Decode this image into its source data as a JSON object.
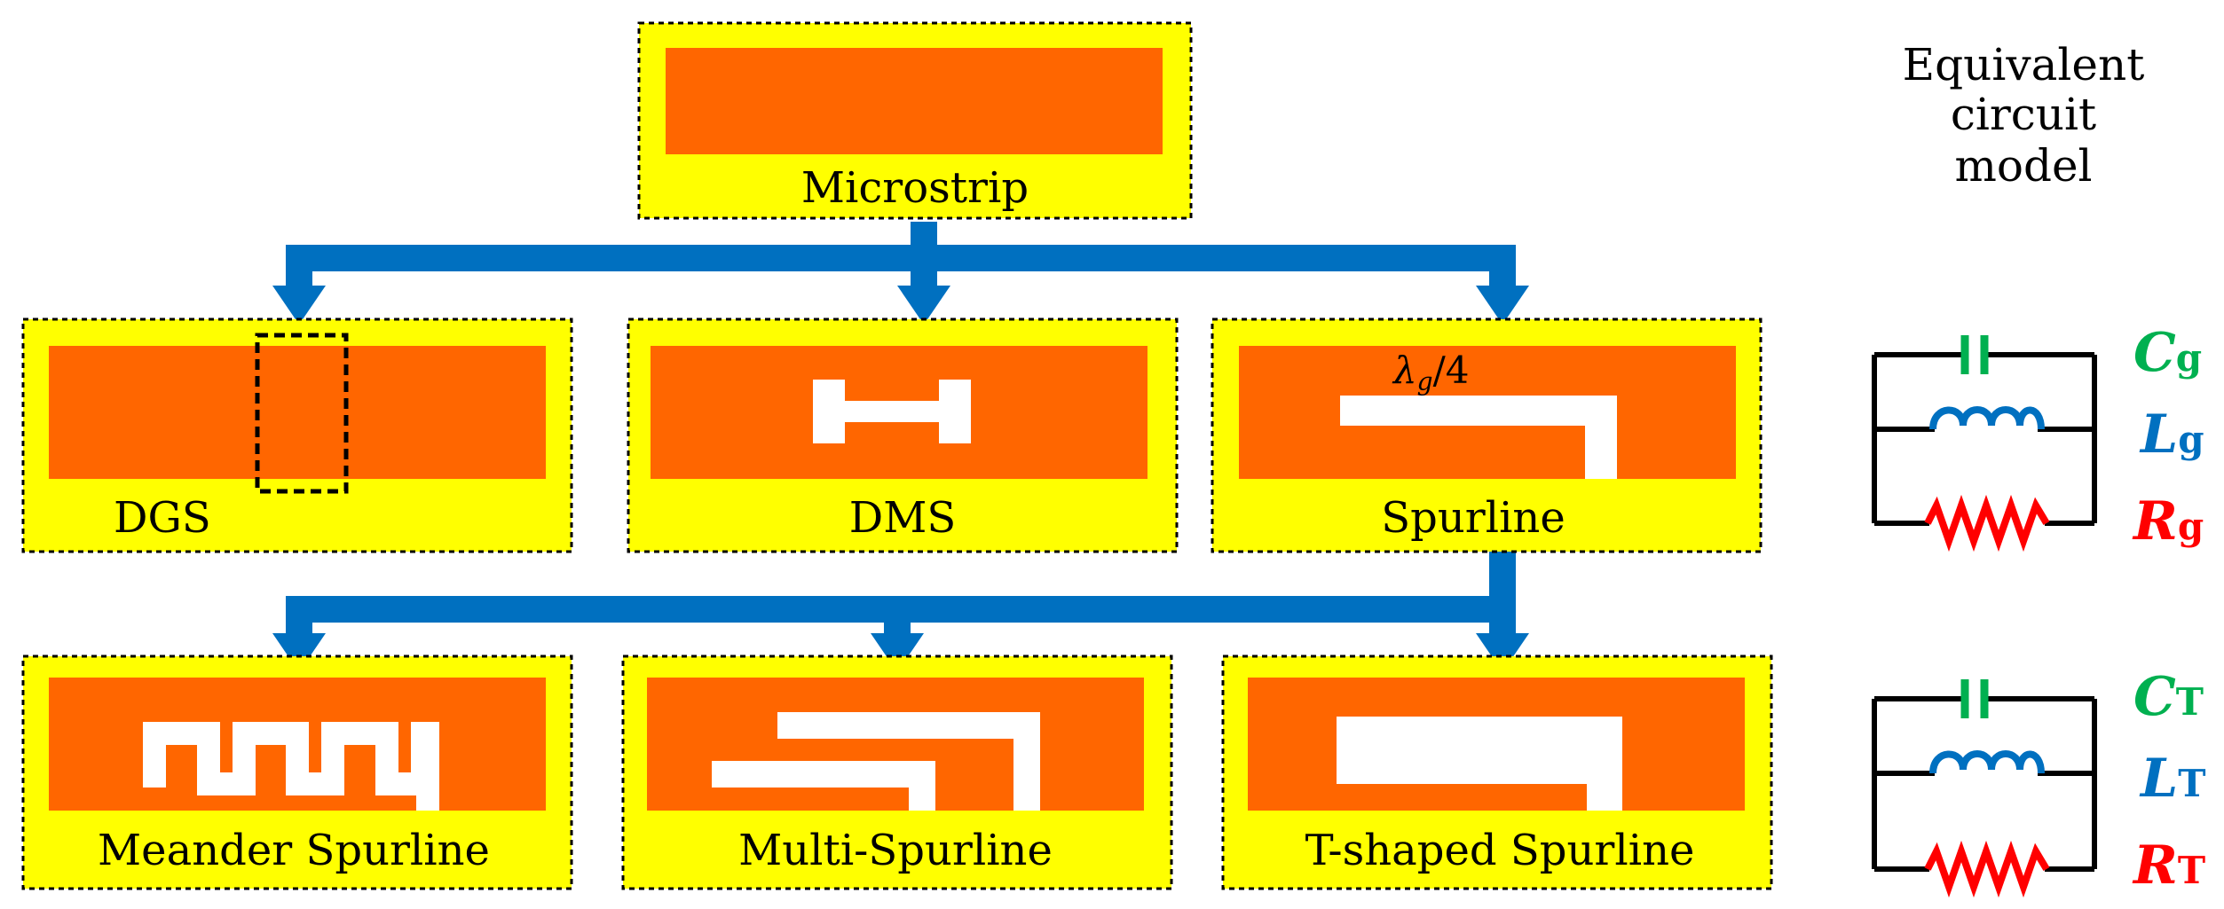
{
  "colors": {
    "panel": "#ffff00",
    "strip": "#ff6600",
    "slot": "#ffffff",
    "arrow": "#0070c0",
    "capacitor": "#00b050",
    "inductor": "#0070c0",
    "resistor": "#ff0000",
    "wire": "#000000"
  },
  "microstrip": {
    "label": "Microstrip"
  },
  "row1": {
    "dgs": {
      "label": "DGS"
    },
    "dms": {
      "label": "DMS"
    },
    "spurline": {
      "label": "Spurline",
      "quarter_wave_prefix": "λ",
      "quarter_wave_sub": "g",
      "quarter_wave_suffix": "/4"
    }
  },
  "row2": {
    "meander": {
      "label": "Meander Spurline"
    },
    "multi": {
      "label": "Multi-Spurline"
    },
    "tshaped": {
      "label": "T-shaped Spurline"
    }
  },
  "side_title": [
    "Equivalent",
    "circuit",
    "model"
  ],
  "circuit1": {
    "c_symbol": "C",
    "c_sub": "g",
    "l_symbol": "L",
    "l_sub": "g",
    "r_symbol": "R",
    "r_sub": "g"
  },
  "circuit2": {
    "c_symbol": "C",
    "c_sub": "T",
    "l_symbol": "L",
    "l_sub": "T",
    "r_symbol": "R",
    "r_sub": "T"
  }
}
